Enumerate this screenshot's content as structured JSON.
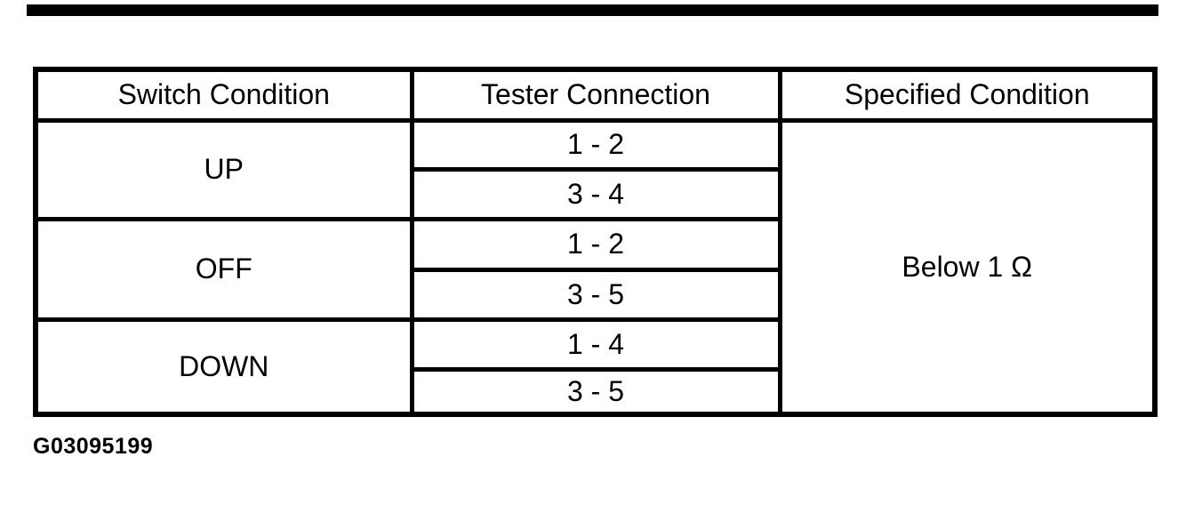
{
  "colors": {
    "ink": "#000000",
    "background": "#ffffff",
    "scan_artifact_bar": "#000000"
  },
  "table": {
    "headers": {
      "switch_condition": "Switch Condition",
      "tester_connection": "Tester Connection",
      "specified_condition": "Specified Condition"
    },
    "rows": [
      {
        "switch": "UP",
        "connections": [
          "1 - 2",
          "3 - 4"
        ]
      },
      {
        "switch": "OFF",
        "connections": [
          "1 - 2",
          "3 - 5"
        ]
      },
      {
        "switch": "DOWN",
        "connections": [
          "1 - 4",
          "3 - 5"
        ]
      }
    ],
    "specified_condition_value": "Below 1 Ω"
  },
  "figure_id": "G03095199"
}
